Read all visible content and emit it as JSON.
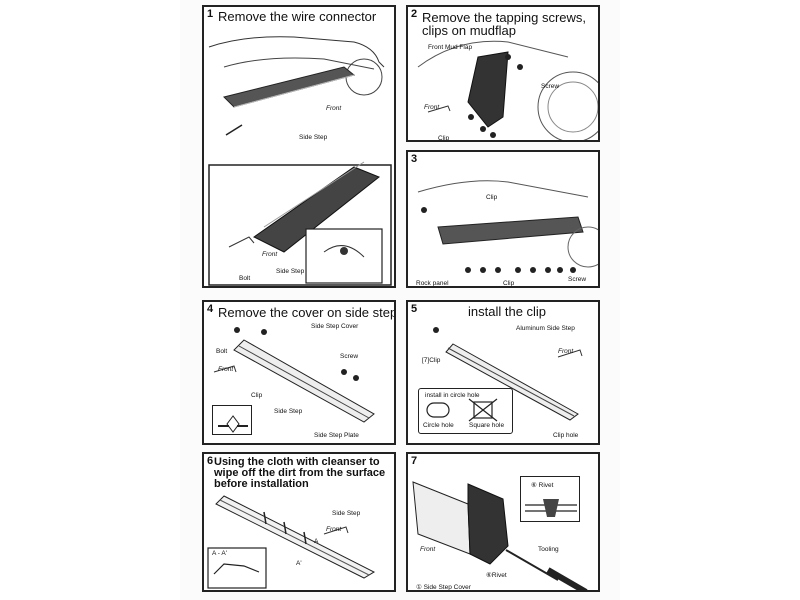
{
  "steps": [
    {
      "number": "1",
      "title": "Remove the wire connector",
      "labels": {
        "side_step": "Side Step",
        "front": "Front",
        "bolt": "Bolt",
        "side_step_2": "Side Step",
        "front_2": "Front"
      }
    },
    {
      "number": "2",
      "title": "Remove the tapping screws, clips on mudflap",
      "labels": {
        "front_mud_flap": "Front Mud Flap",
        "screw": "Screw",
        "clip": "Clip",
        "front": "Front"
      }
    },
    {
      "number": "3",
      "title": "",
      "labels": {
        "clip_top": "Clip",
        "rock_panel": "Rock panel",
        "clip_bottom": "Clip",
        "screw": "Screw"
      }
    },
    {
      "number": "4",
      "title": "Remove the cover on side step",
      "labels": {
        "side_step_cover": "Side Step Cover",
        "bolt": "Bolt",
        "screw": "Screw",
        "clip": "Clip",
        "side_step": "Side Step",
        "side_step_plate": "Side Step Plate",
        "front": "Front"
      }
    },
    {
      "number": "5",
      "title": "install the clip",
      "labels": {
        "aluminum_side_step": "Aluminum Side Step",
        "clip_qty": "[7]Clip",
        "front": "Front",
        "install_note": "install in circle hole",
        "circle_hole": "Circle hole",
        "square_hole": "Square hole",
        "clip_hole": "Clip hole"
      }
    },
    {
      "number": "6",
      "title": "Using the cloth with cleanser to wipe off the dirt from the surface before installation",
      "labels": {
        "side_step": "Side Step",
        "front": "Front",
        "section": "A - A'",
        "a": "A",
        "a_prime": "A'"
      }
    },
    {
      "number": "7",
      "title": "",
      "labels": {
        "rivet_inset": "⑥ Rivet",
        "tooling": "Tooling",
        "rivet": "⑥Rivet",
        "side_step_cover": "① Side Step Cover",
        "front": "Front"
      }
    }
  ]
}
